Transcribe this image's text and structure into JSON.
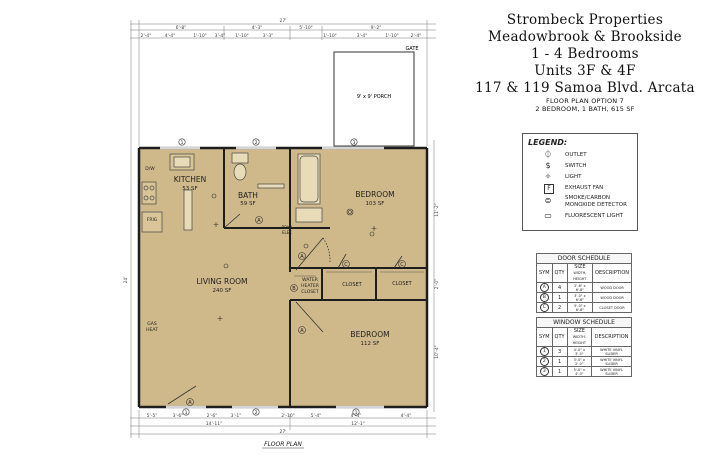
{
  "title": {
    "line1": "Strombeck Properties",
    "line2": "Meadowbrook & Brookside",
    "line3": "1 - 4 Bedrooms",
    "line4": "Units 3F & 4F",
    "line5": "117 & 119 Samoa Blvd. Arcata",
    "line6": "FLOOR PLAN OPTION 7",
    "line7": "2 BEDROOM, 1 BATH, 615 SF"
  },
  "rooms": {
    "kitchen": {
      "name": "KITCHEN",
      "area": "53 SF"
    },
    "bath": {
      "name": "BATH",
      "area": "59 SF"
    },
    "bedroom1": {
      "name": "BEDROOM",
      "area": "103 SF"
    },
    "living": {
      "name": "LIVING ROOM",
      "area": "240 SF"
    },
    "bedroom2": {
      "name": "BEDROOM",
      "area": "112 SF"
    },
    "closet1": "CLOSET",
    "closet2": "CLOSET",
    "water_heater": [
      "WATER",
      "HEATER",
      "CLOSET"
    ],
    "gas_heat": [
      "GAS",
      "HEAT"
    ],
    "frig": "FRIG",
    "porch": "9' x 9' PORCH",
    "gate": "GATE",
    "dw": "D/W",
    "breaker": [
      "BRKR",
      "ELEC"
    ]
  },
  "plan_caption": "FLOOR PLAN",
  "dimensions": {
    "top_overall": "27'",
    "top_row1": [
      "6'-8\"",
      "4'-3\"",
      "5'-10\"",
      "9'-2\""
    ],
    "top_row2": [
      "2'-4\"",
      "4'-4\"",
      "1'-10\"",
      "3'-4\"",
      "1'-10\"",
      "3'-3\"",
      "1'-10\"",
      "3'-4\"",
      "1'-10\"",
      "2'-4\""
    ],
    "bottom_row1": [
      "5'-5\"",
      "3'-6\"",
      "2'-6\"",
      "3'-1\"",
      "2'-10\"",
      "5'-4\"",
      "4'-4\"",
      "4'-4\""
    ],
    "bottom_row2": [
      "14'-11\"",
      "12'-1\""
    ],
    "bottom_overall": "27'",
    "left_overall": "24'",
    "right": [
      "11'-2\"",
      "2'-0\"",
      "10'-4\""
    ]
  },
  "legend": {
    "title": "LEGEND:",
    "items": [
      "OUTLET",
      "SWITCH",
      "LIGHT",
      "EXHAUST FAN",
      "SMOKE/CARBON MONOXIDE DETECTOR",
      "FLUORESCENT LIGHT"
    ],
    "icons": [
      "outlet-icon",
      "switch-icon",
      "light-icon",
      "exhaust-fan-icon",
      "smoke-detector-icon",
      "fluorescent-light-icon"
    ],
    "symbols": [
      "⏀",
      "$",
      "✧",
      "F",
      "⊜",
      "▭"
    ]
  },
  "door_schedule": {
    "title": "DOOR SCHEDULE",
    "headers": [
      "SYM",
      "QTY",
      "SIZE",
      "DESCRIPTION"
    ],
    "size_sub": "WIDTH, HEIGHT",
    "rows": [
      [
        "A",
        "4",
        "2'-6\" x 6'-8\"",
        "WOOD DOOR"
      ],
      [
        "B",
        "1",
        "3'-0\" x 6'-8\"",
        "WOOD DOOR"
      ],
      [
        "C",
        "2",
        "5'-0\" x 6'-8\"",
        "CLOSET DOOR"
      ]
    ]
  },
  "window_schedule": {
    "title": "WINDOW SCHEDULE",
    "headers": [
      "SYM",
      "QTY",
      "SIZE",
      "DESCRIPTION"
    ],
    "size_sub": "WIDTH, HEIGHT",
    "rows": [
      [
        "1",
        "3",
        "4'-0\" x 3'-0\"",
        "WHITE VINYL SLIDER"
      ],
      [
        "2",
        "1",
        "3'-0\" x 2'-0\"",
        "WHITE VINYL SLIDER"
      ],
      [
        "3",
        "1",
        "5'-0\" x 4'-0\"",
        "WHITE VINYL SLIDER"
      ]
    ]
  },
  "colors": {
    "floor": "#cfb98a",
    "wall": "#1e1e1e",
    "line": "#555555"
  }
}
